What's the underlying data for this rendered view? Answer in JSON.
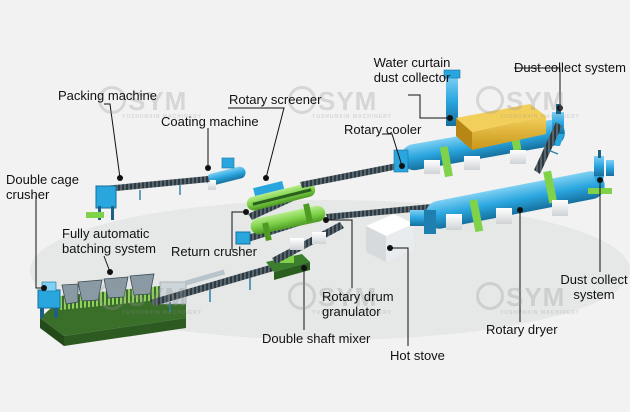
{
  "labels": {
    "packing_machine": "Packing machine",
    "rotary_screener": "Rotary screener",
    "water_curtain_line1": "Water curtain",
    "water_curtain_line2": "dust collector",
    "dust_collect_system_top": "Dust collect system",
    "coating_machine": "Coating machine",
    "rotary_cooler": "Rotary cooler",
    "double_cage_line1": "Double cage",
    "double_cage_line2": "crusher",
    "batching_line1": "Fully automatic",
    "batching_line2": "batching system",
    "return_crusher": "Return crusher",
    "dust_collect_right_line1": "Dust collect",
    "dust_collect_right_line2": "system",
    "drum_granulator_line1": "Rotary drum",
    "drum_granulator_line2": "granulator",
    "rotary_dryer": "Rotary dryer",
    "double_shaft_mixer": "Double shaft mixer",
    "hot_stove": "Hot stove"
  },
  "watermark": {
    "brand": "SYM",
    "sub": "YUSHUNXIN MACHINERY"
  },
  "colors": {
    "background": "#f1f2f1",
    "equipment_blue": "#2aa6df",
    "equipment_green": "#7fd24a",
    "water_curtain_yellow": "#e3b21e",
    "belt_dark": "#3b4a52",
    "leader_line": "#111111"
  }
}
